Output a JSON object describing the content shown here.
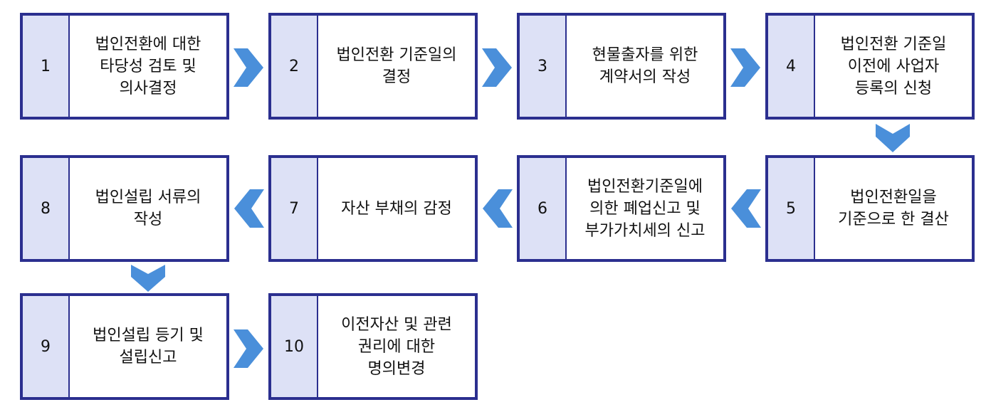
{
  "colors": {
    "border": "#2b2f8f",
    "number_cell": "#dde1f6",
    "arrow": "#4a8fda"
  },
  "steps": [
    {
      "num": "1",
      "text": "법인전환에 대한\n타당성 검토 및\n의사결정"
    },
    {
      "num": "2",
      "text": "법인전환 기준일의\n결정"
    },
    {
      "num": "3",
      "text": "현물출자를 위한\n계약서의 작성"
    },
    {
      "num": "4",
      "text": "법인전환 기준일\n이전에 사업자\n등록의 신청"
    },
    {
      "num": "5",
      "text": "법인전환일을\n기준으로 한 결산"
    },
    {
      "num": "6",
      "text": "법인전환기준일에\n의한 폐업신고 및\n부가가치세의 신고"
    },
    {
      "num": "7",
      "text": "자산 부채의 감정"
    },
    {
      "num": "8",
      "text": "법인설립 서류의\n작성"
    },
    {
      "num": "9",
      "text": "법인설립 등기 및\n설립신고"
    },
    {
      "num": "10",
      "text": "이전자산 및 관련\n권리에 대한\n명의변경"
    }
  ]
}
